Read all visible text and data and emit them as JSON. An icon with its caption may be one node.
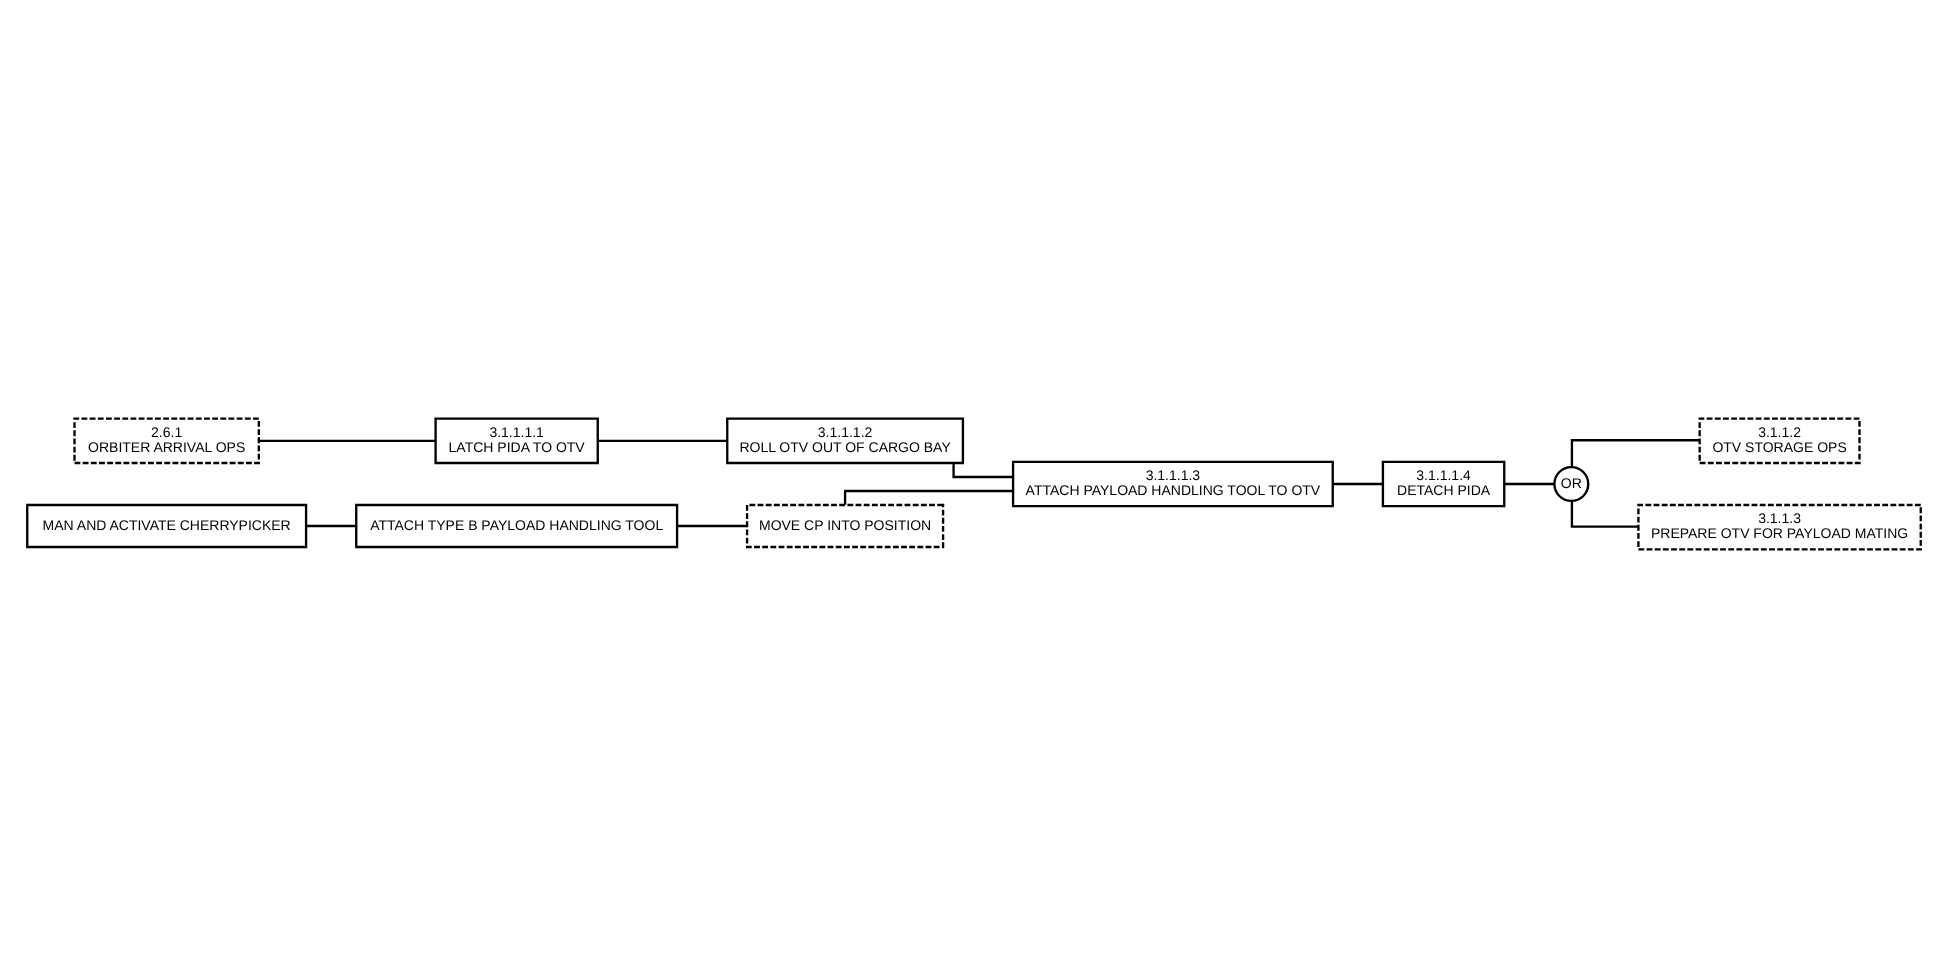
{
  "diagram": {
    "nodes": [
      {
        "text": [
          "2.6.1",
          "ORBITER ARRIVAL OPS"
        ]
      },
      {
        "text": [
          "3.1.1.1.1",
          "LATCH PIDA TO OTV"
        ]
      },
      {
        "text": [
          "3.1.1.1.2",
          "ROLL OTV OUT OF CARGO BAY"
        ]
      },
      {
        "text": [
          "3.1.1.1.3",
          "ATTACH PAYLOAD HANDLING TOOL TO OTV"
        ]
      },
      {
        "text": [
          "MAN AND ACTIVATE CHERRYPICKER"
        ]
      },
      {
        "text": [
          "ATTACH TYPE B PAYLOAD HANDLING TOOL"
        ]
      },
      {
        "text": [
          "MOVE CP INTO POSITION"
        ]
      },
      {
        "text": [
          "3.1.1.1.4",
          "DETACH PIDA"
        ]
      },
      {
        "text": [
          "OR"
        ]
      },
      {
        "text": [
          "3.1.1.2",
          "OTV STORAGE OPS"
        ]
      },
      {
        "text": [
          "3.1.1.3",
          "PREPARE OTV FOR PAYLOAD MATING"
        ]
      }
    ],
    "edges": [
      {
        "from": 0,
        "to": 1,
        "arrow": "none"
      },
      {
        "from": 1,
        "to": 2,
        "arrow": "none"
      },
      {
        "from": 2,
        "to": 3,
        "arrow": "none"
      },
      {
        "from": 4,
        "to": 5,
        "arrow": "none"
      },
      {
        "from": 5,
        "to": 6,
        "arrow": "none"
      },
      {
        "from": 6,
        "to": 3,
        "arrow": "none"
      },
      {
        "from": 3,
        "to": 7,
        "arrow": "none"
      },
      {
        "from": 7,
        "to": 8,
        "arrow": "none"
      },
      {
        "from": 8,
        "to": 9,
        "arrow": "none"
      },
      {
        "from": 8,
        "to": 10,
        "arrow": "none"
      }
    ]
  }
}
